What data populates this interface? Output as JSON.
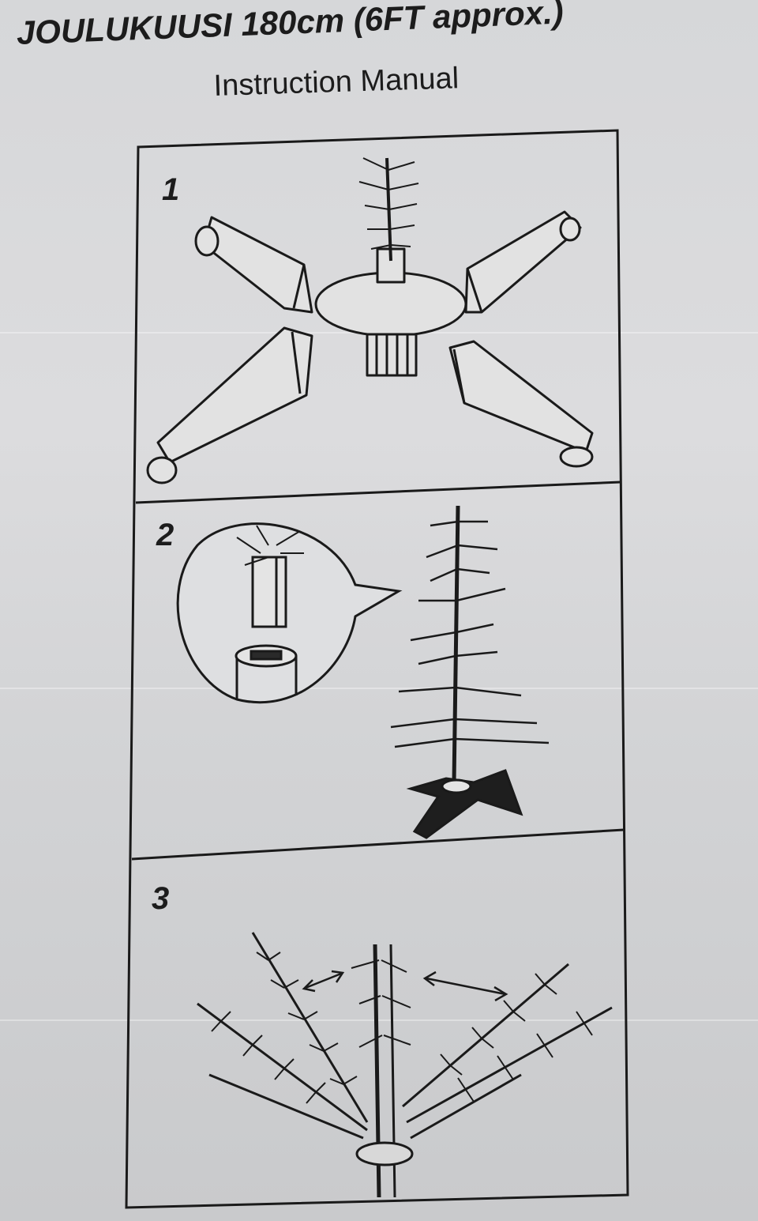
{
  "header": {
    "title": "JOULUKUUSI 180cm (6FT approx.)",
    "subtitle": "Instruction Manual"
  },
  "steps": [
    {
      "number": "1",
      "illustration": "stand-base-with-four-legs"
    },
    {
      "number": "2",
      "illustration": "insert-tree-pole-into-stand"
    },
    {
      "number": "3",
      "illustration": "spread-branches"
    }
  ]
}
